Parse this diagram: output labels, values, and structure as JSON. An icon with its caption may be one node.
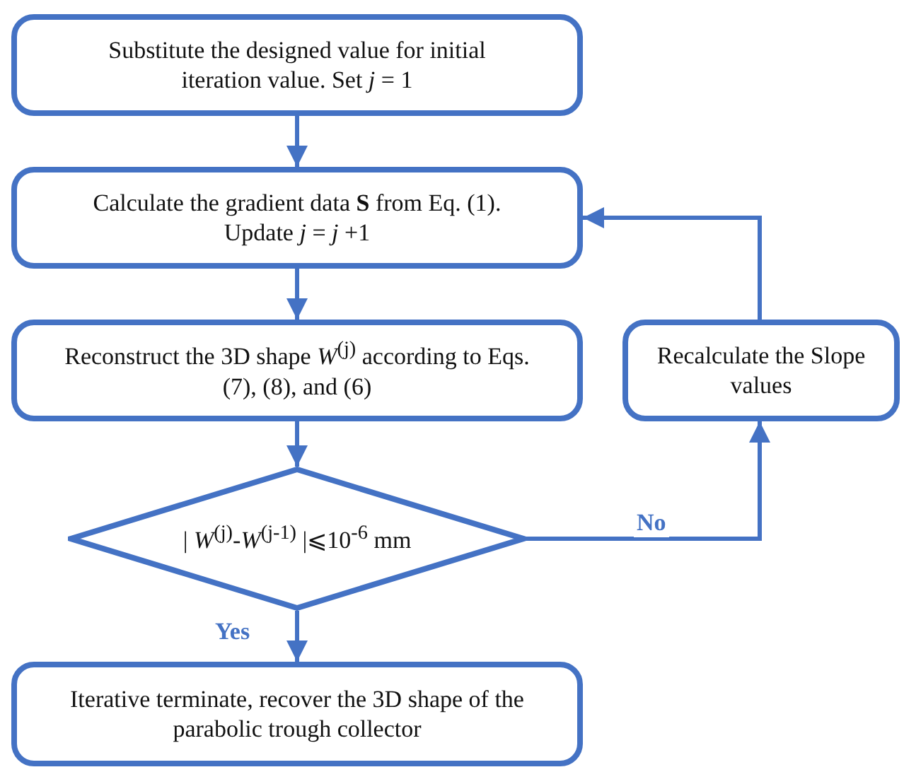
{
  "diagram": {
    "nodes": [
      {
        "text": [
          "Substitute the designed value for initial iteration value. Set *j* = 1"
        ]
      },
      {
        "text": [
          "Calculate the gradient data **S** from Eq. (1). Update *j* = *j* +1"
        ]
      },
      {
        "text": [
          "Reconstruct the 3D shape *W*$^{(j)}$ according to Eqs. (7), (8), and (6)"
        ]
      },
      {
        "text": [
          "Recalculate the Slope values"
        ]
      },
      {
        "text": [
          "| *W*$^{(j)}$-*W*$^{(j-1)}$ |⩽10$^{-6}$ mm"
        ]
      },
      {
        "text": [
          "Iterative terminate, recover the 3D shape of the parabolic trough collector"
        ]
      }
    ],
    "edges": [
      {
        "from": 0,
        "to": 1,
        "arrow": "to"
      },
      {
        "from": 1,
        "to": 2,
        "arrow": "to"
      },
      {
        "from": 2,
        "to": 4,
        "arrow": "to"
      },
      {
        "from": 4,
        "to": 5,
        "label": "Yes",
        "arrow": "to"
      },
      {
        "from": 4,
        "to": 3,
        "label": "No",
        "arrow": "to"
      },
      {
        "from": 3,
        "to": 1,
        "arrow": "to"
      }
    ]
  }
}
